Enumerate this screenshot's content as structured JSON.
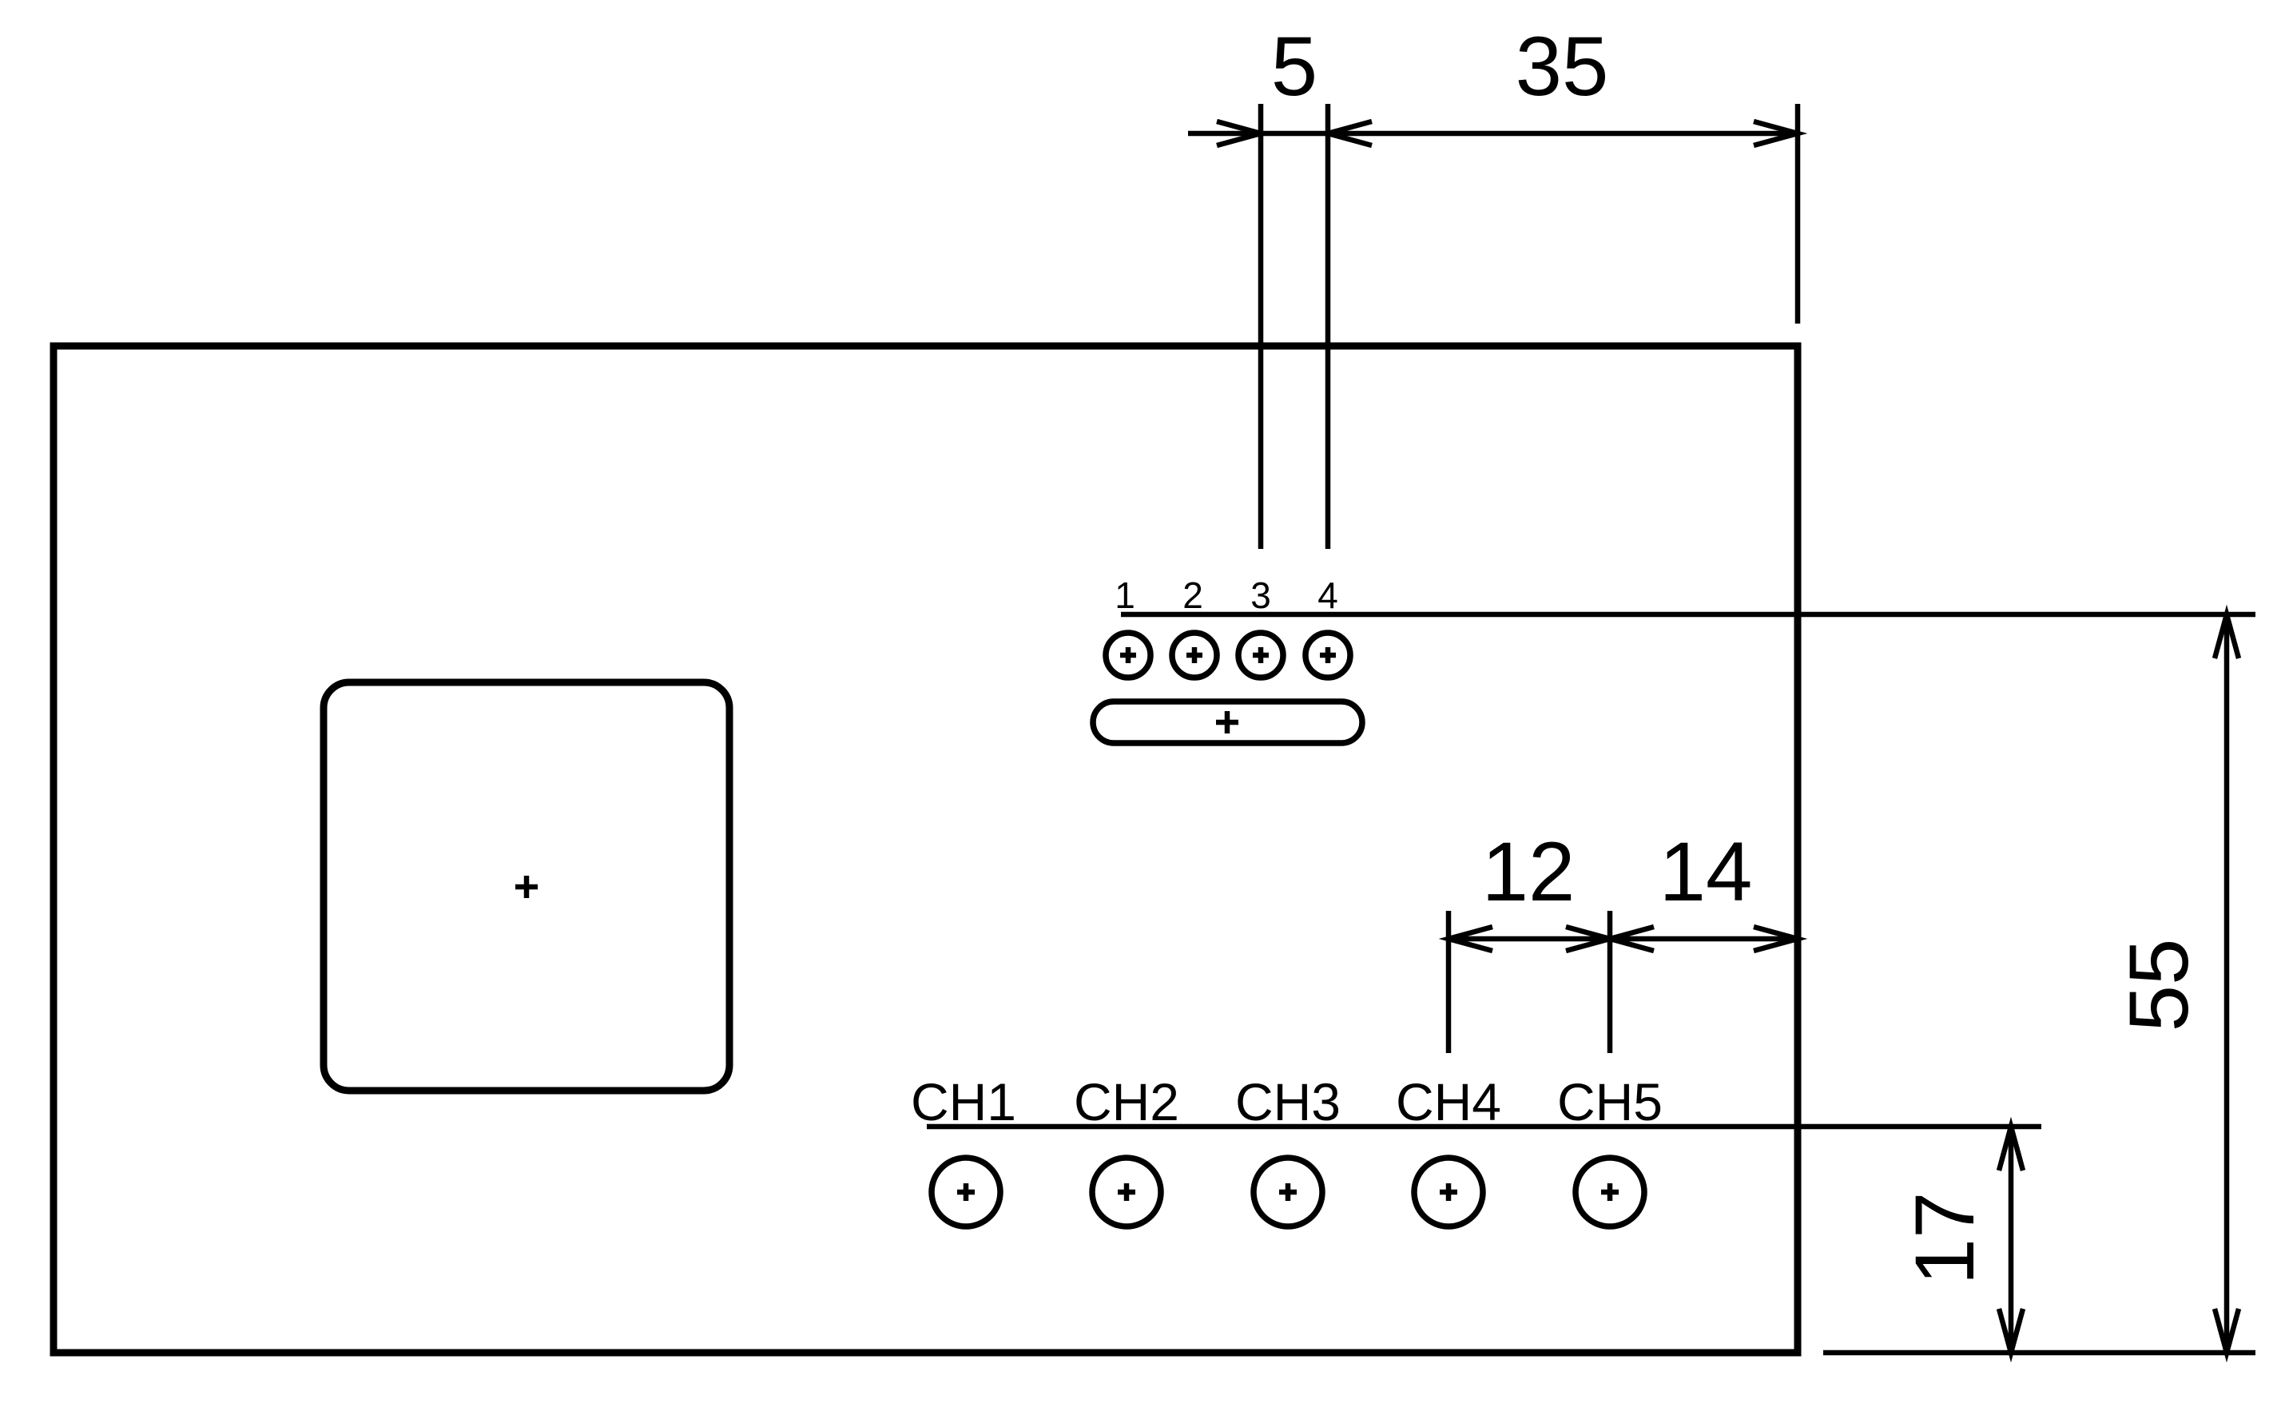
{
  "drawing": {
    "background_color": "#ffffff",
    "line_color": "#000000",
    "dimensions": {
      "hole_pitch": "5",
      "hole4_to_right_edge": "35",
      "ch4_to_ch5_pitch": "12",
      "ch5_to_right_edge": "14",
      "hole_row_to_bottom": "55",
      "ch_row_to_bottom": "17"
    },
    "hole_labels": [
      "1",
      "2",
      "3",
      "4"
    ],
    "channel_labels": [
      "CH1",
      "CH2",
      "CH3",
      "CH4",
      "CH5"
    ]
  }
}
